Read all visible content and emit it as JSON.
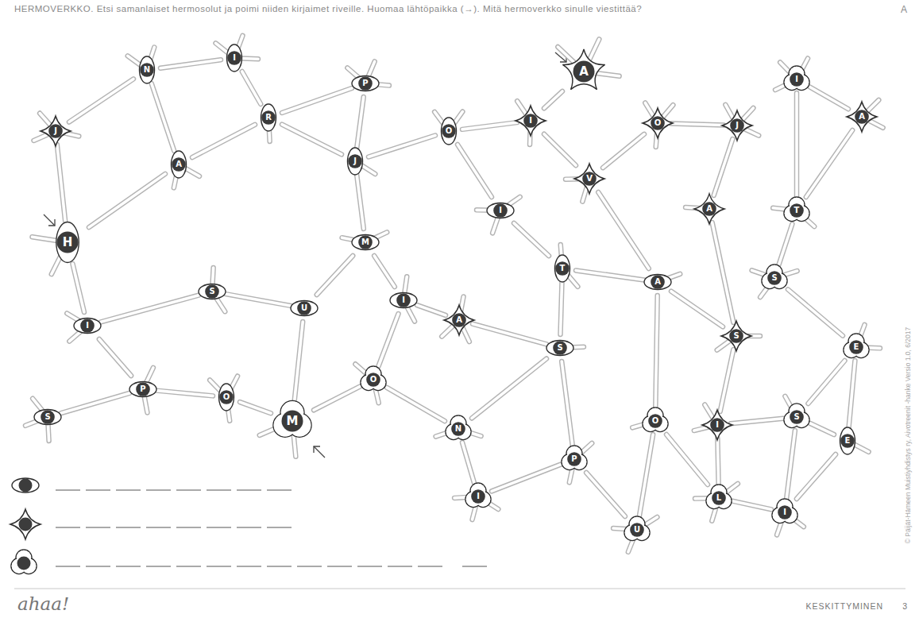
{
  "diagram": {
    "title": "HERMOVERKKO. Etsi samanlaiset hermosolut ja poimi niiden kirjaimet riveille. Huomaa lähtöpaikka (→). Mitä hermoverkko sinulle viestittää?",
    "nodes": [
      {
        "text": [
          "N"
        ]
      },
      {
        "text": [
          "I"
        ]
      },
      {
        "text": [
          "P"
        ]
      },
      {
        "text": [
          "A"
        ]
      },
      {
        "text": [
          "I"
        ]
      },
      {
        "text": [
          "J"
        ]
      },
      {
        "text": [
          "R"
        ]
      },
      {
        "text": [
          "O"
        ]
      },
      {
        "text": [
          "I"
        ]
      },
      {
        "text": [
          "O"
        ]
      },
      {
        "text": [
          "J"
        ]
      },
      {
        "text": [
          "A"
        ]
      },
      {
        "text": [
          "A"
        ]
      },
      {
        "text": [
          "J"
        ]
      },
      {
        "text": [
          "V"
        ]
      },
      {
        "text": [
          "I"
        ]
      },
      {
        "text": [
          "A"
        ]
      },
      {
        "text": [
          "T"
        ]
      },
      {
        "text": [
          "H"
        ]
      },
      {
        "text": [
          "M"
        ]
      },
      {
        "text": [
          "T"
        ]
      },
      {
        "text": [
          "A"
        ]
      },
      {
        "text": [
          "S"
        ]
      },
      {
        "text": [
          "S"
        ]
      },
      {
        "text": [
          "U"
        ]
      },
      {
        "text": [
          "I"
        ]
      },
      {
        "text": [
          "A"
        ]
      },
      {
        "text": [
          "I"
        ]
      },
      {
        "text": [
          "S"
        ]
      },
      {
        "text": [
          "S"
        ]
      },
      {
        "text": [
          "E"
        ]
      },
      {
        "text": [
          "O"
        ]
      },
      {
        "text": [
          "P"
        ]
      },
      {
        "text": [
          "O"
        ]
      },
      {
        "text": [
          "M"
        ]
      },
      {
        "text": [
          "S"
        ]
      },
      {
        "text": [
          "N"
        ]
      },
      {
        "text": [
          "O"
        ]
      },
      {
        "text": [
          "I"
        ]
      },
      {
        "text": [
          "S"
        ]
      },
      {
        "text": [
          "E"
        ]
      },
      {
        "text": [
          "P"
        ]
      },
      {
        "text": [
          "I"
        ]
      },
      {
        "text": [
          "L"
        ]
      },
      {
        "text": [
          "I"
        ]
      },
      {
        "text": [
          "U"
        ]
      }
    ],
    "edges": [
      {
        "from": 18,
        "to": 12,
        "arrow": "none"
      },
      {
        "from": 12,
        "to": 6,
        "arrow": "none"
      },
      {
        "from": 6,
        "to": 13,
        "arrow": "none"
      },
      {
        "from": 13,
        "to": 7,
        "arrow": "none"
      },
      {
        "from": 7,
        "to": 15,
        "arrow": "none"
      },
      {
        "from": 15,
        "to": 20,
        "arrow": "none"
      },
      {
        "from": 20,
        "to": 21,
        "arrow": "none"
      },
      {
        "from": 3,
        "to": 8,
        "arrow": "none"
      },
      {
        "from": 8,
        "to": 14,
        "arrow": "none"
      },
      {
        "from": 14,
        "to": 9,
        "arrow": "none"
      },
      {
        "from": 9,
        "to": 10,
        "arrow": "none"
      },
      {
        "from": 10,
        "to": 16,
        "arrow": "none"
      },
      {
        "from": 16,
        "to": 29,
        "arrow": "none"
      },
      {
        "from": 29,
        "to": 38,
        "arrow": "none"
      },
      {
        "from": 34,
        "to": 31,
        "arrow": "none"
      },
      {
        "from": 31,
        "to": 36,
        "arrow": "none"
      },
      {
        "from": 36,
        "to": 42,
        "arrow": "none"
      },
      {
        "from": 42,
        "to": 41,
        "arrow": "none"
      },
      {
        "from": 41,
        "to": 45,
        "arrow": "none"
      },
      {
        "from": 45,
        "to": 37,
        "arrow": "none"
      },
      {
        "from": 37,
        "to": 43,
        "arrow": "none"
      },
      {
        "from": 43,
        "to": 44,
        "arrow": "none"
      },
      {
        "from": 44,
        "to": 39,
        "arrow": "none"
      },
      {
        "from": 39,
        "to": 30,
        "arrow": "none"
      },
      {
        "from": 30,
        "to": 22,
        "arrow": "none"
      },
      {
        "from": 22,
        "to": 17,
        "arrow": "none"
      },
      {
        "from": 17,
        "to": 4,
        "arrow": "none"
      },
      {
        "from": 5,
        "to": 18,
        "arrow": "none"
      },
      {
        "from": 5,
        "to": 0,
        "arrow": "none"
      },
      {
        "from": 0,
        "to": 1,
        "arrow": "none"
      },
      {
        "from": 1,
        "to": 6,
        "arrow": "none"
      },
      {
        "from": 6,
        "to": 2,
        "arrow": "none"
      },
      {
        "from": 2,
        "to": 13,
        "arrow": "none"
      },
      {
        "from": 13,
        "to": 19,
        "arrow": "none"
      },
      {
        "from": 19,
        "to": 24,
        "arrow": "none"
      },
      {
        "from": 19,
        "to": 25,
        "arrow": "none"
      },
      {
        "from": 24,
        "to": 23,
        "arrow": "none"
      },
      {
        "from": 24,
        "to": 34,
        "arrow": "none"
      },
      {
        "from": 18,
        "to": 27,
        "arrow": "none"
      },
      {
        "from": 27,
        "to": 32,
        "arrow": "none"
      },
      {
        "from": 32,
        "to": 33,
        "arrow": "none"
      },
      {
        "from": 33,
        "to": 34,
        "arrow": "none"
      },
      {
        "from": 32,
        "to": 35,
        "arrow": "none"
      },
      {
        "from": 25,
        "to": 26,
        "arrow": "none"
      },
      {
        "from": 26,
        "to": 28,
        "arrow": "none"
      },
      {
        "from": 25,
        "to": 31,
        "arrow": "none"
      },
      {
        "from": 28,
        "to": 36,
        "arrow": "none"
      },
      {
        "from": 28,
        "to": 41,
        "arrow": "none"
      },
      {
        "from": 20,
        "to": 28,
        "arrow": "none"
      },
      {
        "from": 14,
        "to": 21,
        "arrow": "none"
      },
      {
        "from": 21,
        "to": 29,
        "arrow": "none"
      },
      {
        "from": 11,
        "to": 17,
        "arrow": "none"
      },
      {
        "from": 11,
        "to": 4,
        "arrow": "none"
      },
      {
        "from": 38,
        "to": 43,
        "arrow": "none"
      },
      {
        "from": 38,
        "to": 39,
        "arrow": "none"
      },
      {
        "from": 40,
        "to": 39,
        "arrow": "none"
      },
      {
        "from": 40,
        "to": 44,
        "arrow": "none"
      },
      {
        "from": 40,
        "to": 30,
        "arrow": "none"
      },
      {
        "from": 23,
        "to": 27,
        "arrow": "none"
      },
      {
        "from": 7,
        "to": 8,
        "arrow": "none"
      },
      {
        "from": 21,
        "to": 37,
        "arrow": "none"
      },
      {
        "from": 0,
        "to": 12,
        "arrow": "none"
      }
    ],
    "labels": [
      "A",
      "ahaa!",
      "KESKITTYMINEN",
      "3",
      "© Päijät-Hämeen Muistiyhdistys ry, Aivotreenit -hanke Versio 1.0, 6/2017"
    ]
  }
}
